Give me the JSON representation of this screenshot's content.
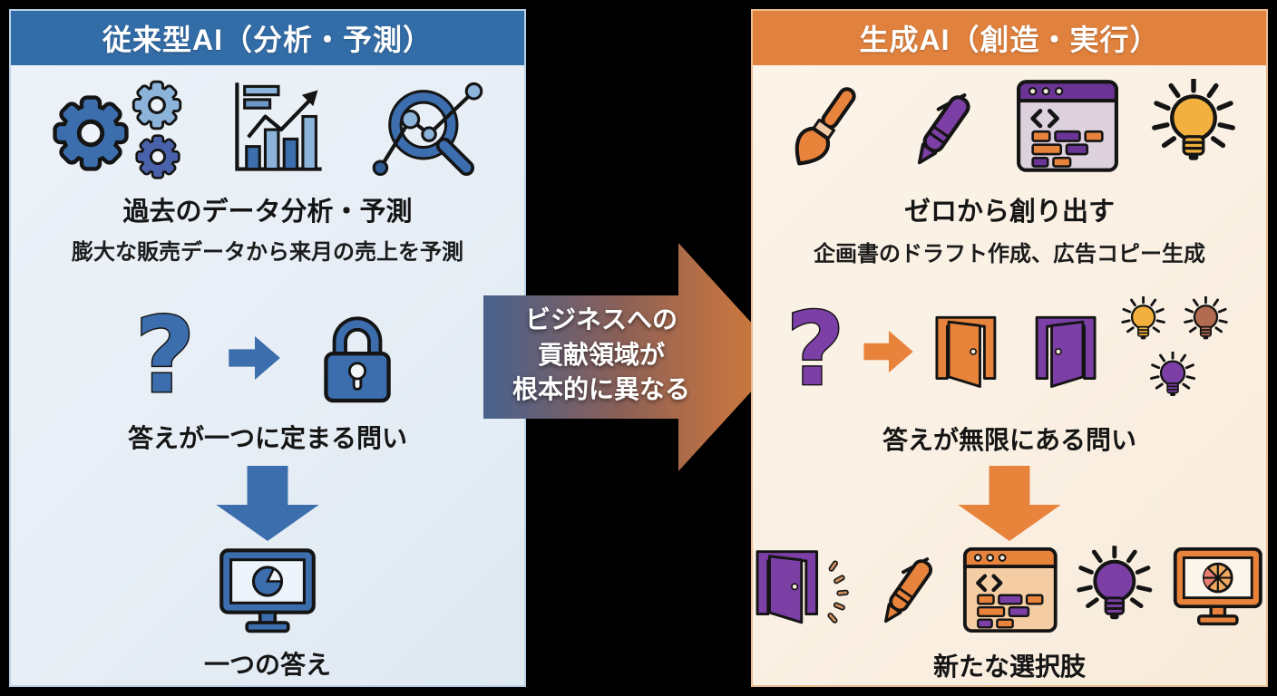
{
  "glyphs": {
    "question": "?"
  },
  "left_panel": {
    "title": "従来型AI（分析・予測）",
    "capability_heading": "過去のデータ分析・予測",
    "capability_example": "膨大な販売データから来月の売上を予測",
    "question_caption": "答えが一つに定まる問い",
    "result_caption": "一つの答え"
  },
  "center_arrow": {
    "line1": "ビジネスへの",
    "line2": "貢献領域が",
    "line3": "根本的に異なる"
  },
  "right_panel": {
    "title": "生成AI（創造・実行）",
    "capability_heading": "ゼロから創り出す",
    "capability_example": "企画書のドラフト作成、広告コピー生成",
    "question_caption": "答えが無限にある問い",
    "result_caption": "新たな選択肢"
  },
  "icons": {
    "left_top_row": [
      "gears-icon",
      "bar-chart-trend-icon",
      "magnifier-network-icon"
    ],
    "left_flow_row": [
      "question-mark-icon",
      "arrow-right-icon",
      "lock-icon"
    ],
    "left_result": [
      "arrow-down-icon",
      "monitor-pie-chart-icon"
    ],
    "right_top_row": [
      "paintbrush-icon",
      "pen-icon",
      "code-window-icon",
      "lightbulb-icon"
    ],
    "right_flow_row": [
      "question-mark-icon",
      "arrow-right-icon",
      "open-door-icon",
      "open-door-icon",
      "lightbulb-cluster-icon"
    ],
    "right_result": [
      "arrow-down-icon",
      "open-door-sparkle-icon",
      "pen-icon",
      "code-window-icon",
      "lightbulb-icon",
      "monitor-pie-chart-icon"
    ]
  },
  "colors": {
    "canvas_bg": "#000000",
    "left_header": "#336da8",
    "left_panel_bg": "#e7eef5",
    "left_border": "#b9d2e8",
    "left_accent": "#3c6eae",
    "left_icon_light": "#8cb3da",
    "left_icon_indigo": "#4a62ab",
    "right_header": "#e0813d",
    "right_panel_bg": "#faf0e3",
    "right_border": "#ecbd92",
    "right_accent": "#e8833c",
    "purple": "#7b3fa5",
    "deep_purple": "#6b3596",
    "bulb_yellow": "#f2b13e",
    "bulb_amber": "#b06b50",
    "text_dark": "#151515",
    "text_light": "#ffffff"
  }
}
